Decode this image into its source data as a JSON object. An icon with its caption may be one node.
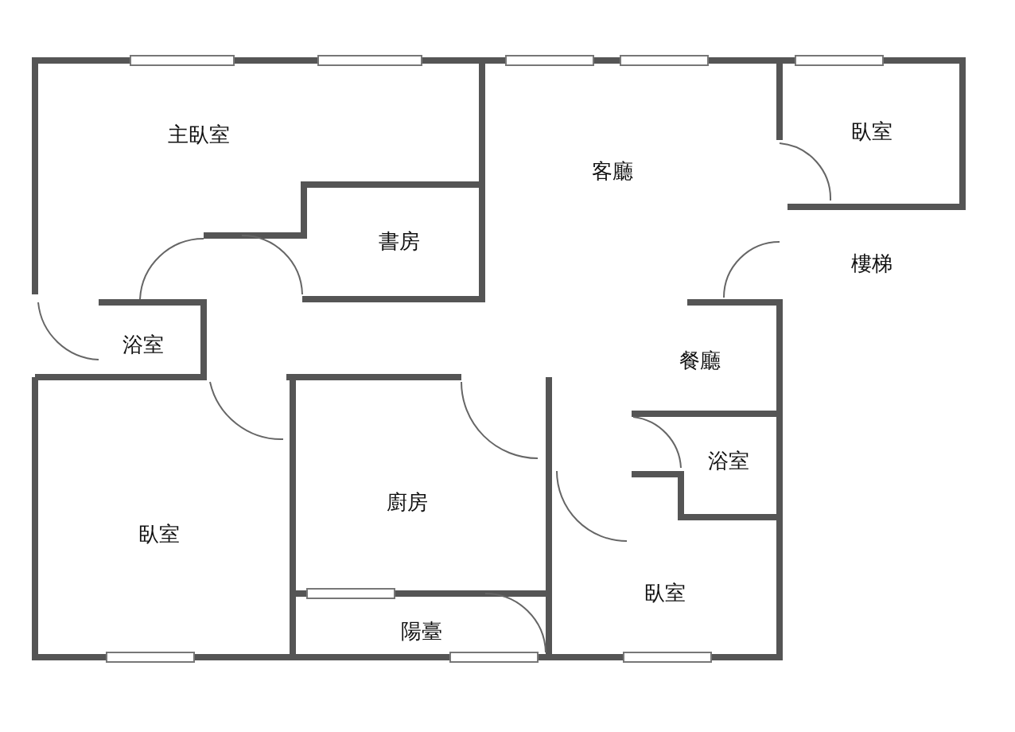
{
  "diagram": {
    "labels": [
      "主臥室",
      "臥室",
      "客廳",
      "書房",
      "樓梯",
      "浴室",
      "餐廳",
      "浴室",
      "廚房",
      "臥室",
      "臥室",
      "陽臺"
    ]
  }
}
